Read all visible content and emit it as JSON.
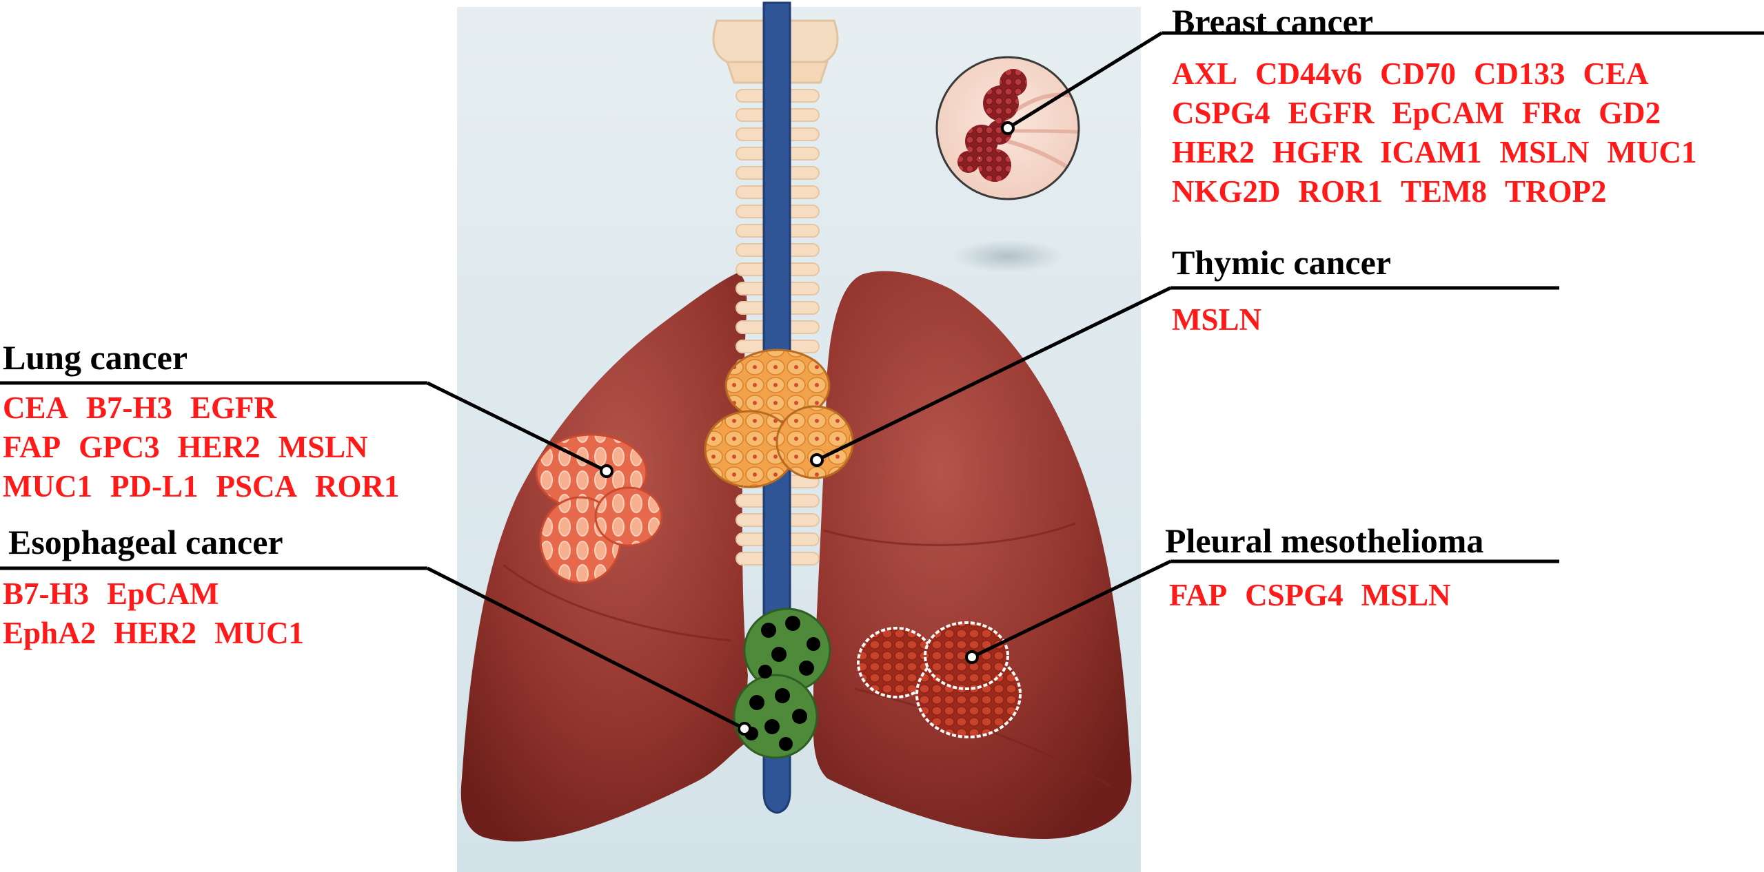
{
  "colors": {
    "marker_text": "#ff1a1a",
    "title_text": "#000000",
    "lung": "#8e2f28",
    "trachea": "#2f5597",
    "background_panel": "#dfeaee"
  },
  "panels": [
    {
      "id": "breast",
      "title": "Breast cancer",
      "rows": [
        [
          "AXL",
          "CD44v6",
          "CD70",
          "CD133",
          "CEA"
        ],
        [
          "CSPG4",
          "EGFR",
          "EpCAM",
          "FRα",
          "GD2"
        ],
        [
          "HER2",
          "HGFR",
          "ICAM1",
          "MSLN",
          "MUC1"
        ],
        [
          "NKG2D",
          "ROR1",
          "TEM8",
          "TROP2"
        ]
      ]
    },
    {
      "id": "thymic",
      "title": "Thymic cancer",
      "rows": [
        [
          "MSLN"
        ]
      ]
    },
    {
      "id": "lung",
      "title": "Lung cancer",
      "rows": [
        [
          "CEA",
          "B7-H3",
          "EGFR"
        ],
        [
          "FAP",
          "GPC3",
          "HER2",
          "MSLN"
        ],
        [
          "MUC1",
          "PD-L1",
          "PSCA",
          "ROR1"
        ]
      ]
    },
    {
      "id": "esophageal",
      "title": "Esophageal cancer",
      "rows": [
        [
          "B7-H3",
          "EpCAM"
        ],
        [
          "EphA2",
          "HER2",
          "MUC1"
        ]
      ]
    },
    {
      "id": "pleural",
      "title": "Pleural mesothelioma",
      "rows": [
        [
          "FAP",
          "CSPG4",
          "MSLN"
        ]
      ]
    }
  ]
}
